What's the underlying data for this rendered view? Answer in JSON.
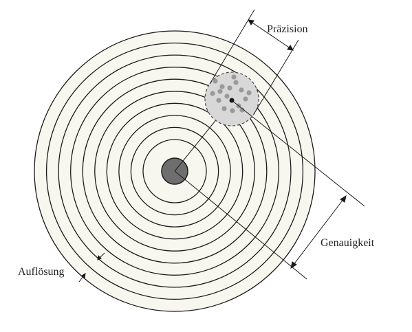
{
  "labels": {
    "precision": "Präzision",
    "accuracy": "Genauigkeit",
    "resolution": "Auflösung"
  },
  "colors": {
    "ring_fill": "#f7f6ef",
    "ring_stroke": "#1a1a1a",
    "bullseye": "#6e6e6e",
    "cluster_fill": "#d8d8d8",
    "shot_dots": "#9a9a9a",
    "line": "#1a1a1a"
  },
  "target": {
    "ring_count": 10
  },
  "shots": {
    "count": 16
  }
}
